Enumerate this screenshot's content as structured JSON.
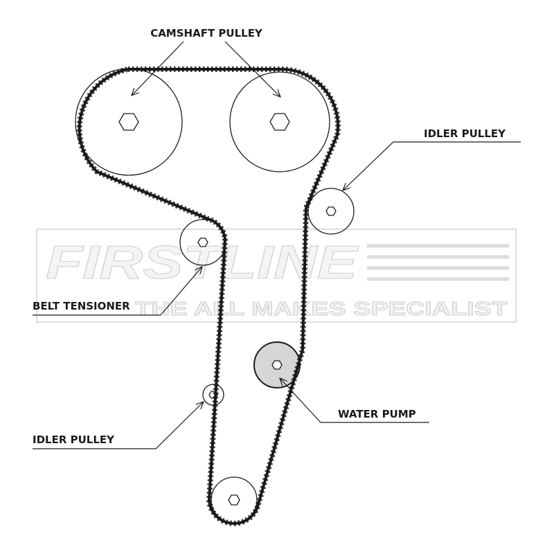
{
  "watermark": {
    "brand": "FIRSTLINE",
    "tagline": "THE ALL MAKES SPECIALIST"
  },
  "labels": {
    "camshaft_pulley": "CAMSHAFT PULLEY",
    "idler_pulley_upper": "IDLER PULLEY",
    "belt_tensioner": "BELT TENSIONER",
    "water_pump": "WATER PUMP",
    "idler_pulley_lower": "IDLER PULLEY"
  },
  "colors": {
    "line": "#1a1a1a",
    "water_pump_fill": "#d6d6d6"
  }
}
